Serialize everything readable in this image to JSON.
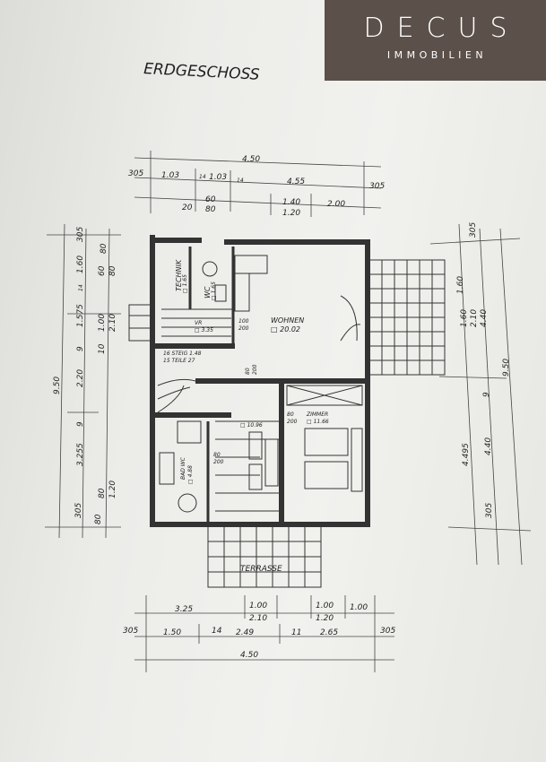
{
  "logo": {
    "brand": "DECUS",
    "sub": "IMMOBILIEN",
    "color": "#5b504a"
  },
  "title": "ERDGESCHOSS",
  "top_dims": {
    "total": "4.50",
    "r1": [
      "305",
      "1.03",
      "14",
      "1.03",
      "14",
      "4.55",
      "305"
    ],
    "r2": [
      "20",
      "60",
      "80",
      "1.40",
      "1.20",
      "2.00"
    ]
  },
  "bottom_dims": {
    "r1": [
      "3.25",
      "1.00",
      "2.10",
      "1.00",
      "1.20",
      "1.00"
    ],
    "r2": [
      "305",
      "1.50",
      "14",
      "2.49",
      "11",
      "2.65",
      "305"
    ],
    "total": "4.50"
  },
  "left_dims": {
    "total": "9.50",
    "r1": [
      "305",
      "1.60",
      "14",
      "1.575",
      "9",
      "2.20",
      "9",
      "3.255",
      "305"
    ],
    "r2": [
      "80",
      "60",
      "80",
      "1.00",
      "2.10",
      "10",
      "80",
      "1.20",
      "80"
    ]
  },
  "right_dims": {
    "r1": [
      "305",
      "1.60",
      "1.60",
      "2.10",
      "4.40",
      "9.50",
      "9",
      "4.495",
      "4.40",
      "305"
    ]
  },
  "rooms": [
    {
      "name": "TECHNIK",
      "area": "□ 1.65"
    },
    {
      "name": "WC",
      "area": "□ 1.65"
    },
    {
      "name": "VR",
      "area": "□ 3.35"
    },
    {
      "name": "WOHNEN",
      "area": "□ 20.02"
    },
    {
      "name": "",
      "area": "□ 10.96"
    },
    {
      "name": "ZIMMER",
      "area": "□ 11.66"
    },
    {
      "name": "BAD WC",
      "area": "□ 4.88"
    }
  ],
  "door_labels": [
    "100",
    "200",
    "80",
    "200",
    "80",
    "200",
    "80",
    "200"
  ],
  "stairs": {
    "l1": "16 STEIG 1.48",
    "l2": "15 TEILE 27"
  },
  "terrace": "TERRASSE"
}
